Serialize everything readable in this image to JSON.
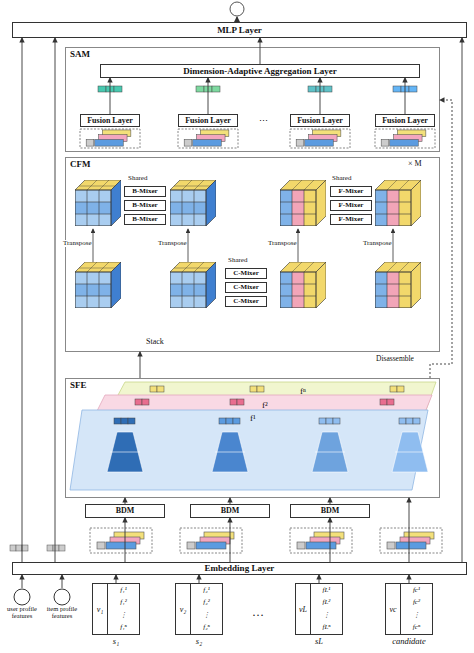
{
  "diagram": {
    "nodes": [
      {
        "text": [
          "MLP Layer"
        ]
      },
      {
        "text": [
          "SAM"
        ]
      },
      {
        "text": [
          "Dimension-Adaptive Aggregation Layer"
        ],
        "in": 1
      },
      {
        "text": [
          "Fusion Layer"
        ],
        "in": 1
      },
      {
        "text": [
          "Fusion Layer"
        ],
        "in": 1
      },
      {
        "text": [
          "Fusion Layer"
        ],
        "in": 1
      },
      {
        "text": [
          "Fusion Layer"
        ],
        "in": 1
      },
      {
        "text": [
          "CFM"
        ]
      },
      {
        "text": [
          "B-Mixer"
        ],
        "in": 7
      },
      {
        "text": [
          "B-Mixer"
        ],
        "in": 7
      },
      {
        "text": [
          "B-Mixer"
        ],
        "in": 7
      },
      {
        "text": [
          "F-Mixer"
        ],
        "in": 7
      },
      {
        "text": [
          "F-Mixer"
        ],
        "in": 7
      },
      {
        "text": [
          "F-Mixer"
        ],
        "in": 7
      },
      {
        "text": [
          "C-Mixer"
        ],
        "in": 7
      },
      {
        "text": [
          "C-Mixer"
        ],
        "in": 7
      },
      {
        "text": [
          "C-Mixer"
        ],
        "in": 7
      },
      {
        "text": [
          "SFE"
        ]
      },
      {
        "text": [
          "BDM"
        ]
      },
      {
        "text": [
          "BDM"
        ]
      },
      {
        "text": [
          "BDM"
        ]
      },
      {
        "text": [
          "Embedding Layer"
        ]
      },
      {
        "text": [
          "user profile features"
        ]
      },
      {
        "text": [
          "item profile features"
        ]
      },
      {
        "text": [
          "v₁",
          "f₁¹",
          "f₁²",
          "⋮",
          "f₁ⁿ",
          "s₁"
        ]
      },
      {
        "text": [
          "v₂",
          "f₂¹",
          "f₂²",
          "⋮",
          "f₂ⁿ",
          "s₂"
        ]
      },
      {
        "text": [
          "vL",
          "fL¹",
          "fL²",
          "⋮",
          "fLⁿ",
          "sL"
        ]
      },
      {
        "text": [
          "vc",
          "fc¹",
          "fc²",
          "⋮",
          "fcⁿ",
          "candidate"
        ]
      }
    ],
    "edges": [
      {
        "from": 24,
        "to": 21,
        "arrow": "to"
      },
      {
        "from": 25,
        "to": 21,
        "arrow": "to"
      },
      {
        "from": 26,
        "to": 21,
        "arrow": "to"
      },
      {
        "from": 27,
        "to": 21,
        "arrow": "to"
      },
      {
        "from": 22,
        "to": 21,
        "arrow": "to"
      },
      {
        "from": 23,
        "to": 21,
        "arrow": "to"
      },
      {
        "from": 21,
        "to": 18,
        "arrow": "to"
      },
      {
        "from": 21,
        "to": 19,
        "arrow": "to"
      },
      {
        "from": 21,
        "to": 20,
        "arrow": "to"
      },
      {
        "from": 18,
        "to": 17,
        "arrow": "to"
      },
      {
        "from": 19,
        "to": 17,
        "arrow": "to"
      },
      {
        "from": 20,
        "to": 17,
        "arrow": "to"
      },
      {
        "from": 21,
        "to": 17,
        "arrow": "to"
      },
      {
        "from": 17,
        "to": 7,
        "arrow": "to"
      },
      {
        "from": 17,
        "to": 1,
        "label": "Disassemble",
        "arrow": "to"
      },
      {
        "from": 3,
        "to": 2,
        "arrow": "to"
      },
      {
        "from": 4,
        "to": 2,
        "arrow": "to"
      },
      {
        "from": 5,
        "to": 2,
        "arrow": "to"
      },
      {
        "from": 6,
        "to": 2,
        "arrow": "to"
      },
      {
        "from": 2,
        "to": 0,
        "arrow": "to"
      },
      {
        "from": 21,
        "to": 0,
        "arrow": "to"
      },
      {
        "from": 21,
        "to": 0,
        "arrow": "to"
      },
      {
        "from": 21,
        "to": 0,
        "arrow": "to"
      }
    ],
    "labels": [
      "× M",
      "Shared",
      "Shared",
      "Shared",
      "Transpose",
      "Transpose",
      "Transpose",
      "Transpose",
      "Stack",
      "fⁿ",
      "f²",
      "f¹",
      "⋯",
      "…"
    ]
  }
}
